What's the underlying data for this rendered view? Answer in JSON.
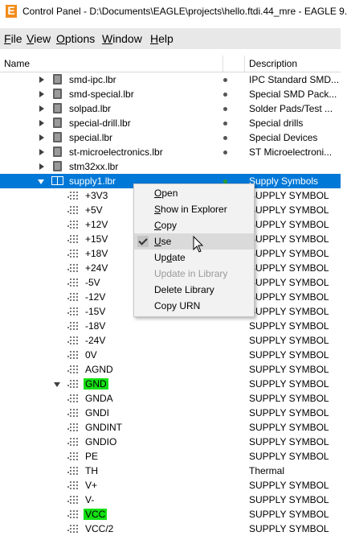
{
  "window": {
    "title": "Control Panel - D:\\Documents\\EAGLE\\projects\\hello.ftdi.44_mre - EAGLE 9.",
    "icon_letter": "E"
  },
  "menu": [
    {
      "label": "File",
      "key": "F",
      "rest": "ile"
    },
    {
      "label": "View",
      "key": "V",
      "rest": "iew"
    },
    {
      "label": "Options",
      "key": "O",
      "rest": "ptions"
    },
    {
      "label": "Window",
      "key": "W",
      "rest": "indow"
    },
    {
      "label": "Help",
      "key": "H",
      "rest": "elp"
    }
  ],
  "columns": {
    "name": "Name",
    "description": "Description"
  },
  "libraries": [
    {
      "name": "smd-ipc.lbr",
      "desc": "IPC Standard SMD..."
    },
    {
      "name": "smd-special.lbr",
      "desc": "Special SMD Pack..."
    },
    {
      "name": "solpad.lbr",
      "desc": "Solder Pads/Test ..."
    },
    {
      "name": "special-drill.lbr",
      "desc": "Special drills"
    },
    {
      "name": "special.lbr",
      "desc": "Special Devices"
    },
    {
      "name": "st-microelectronics.lbr",
      "desc": "ST Microelectroni..."
    },
    {
      "name": "stm32xx.lbr",
      "desc": ""
    }
  ],
  "selected_library": {
    "name": "supply1.lbr",
    "desc": "Supply Symbols"
  },
  "symbols": [
    {
      "name": "+3V3",
      "desc": "SUPPLY SYMBOL"
    },
    {
      "name": "+5V",
      "desc": "SUPPLY SYMBOL"
    },
    {
      "name": "+12V",
      "desc": "SUPPLY SYMBOL"
    },
    {
      "name": "+15V",
      "desc": "SUPPLY SYMBOL"
    },
    {
      "name": "+18V",
      "desc": "SUPPLY SYMBOL"
    },
    {
      "name": "+24V",
      "desc": "SUPPLY SYMBOL"
    },
    {
      "name": "-5V",
      "desc": "SUPPLY SYMBOL"
    },
    {
      "name": "-12V",
      "desc": "SUPPLY SYMBOL"
    },
    {
      "name": "-15V",
      "desc": "SUPPLY SYMBOL"
    },
    {
      "name": "-18V",
      "desc": "SUPPLY SYMBOL"
    },
    {
      "name": "-24V",
      "desc": "SUPPLY SYMBOL"
    },
    {
      "name": "0V",
      "desc": "SUPPLY SYMBOL"
    },
    {
      "name": "AGND",
      "desc": "SUPPLY SYMBOL"
    },
    {
      "name": "GND",
      "desc": "SUPPLY SYMBOL"
    },
    {
      "name": "GNDA",
      "desc": "SUPPLY SYMBOL"
    },
    {
      "name": "GNDI",
      "desc": "SUPPLY SYMBOL"
    },
    {
      "name": "GNDINT",
      "desc": "SUPPLY SYMBOL"
    },
    {
      "name": "GNDIO",
      "desc": "SUPPLY SYMBOL"
    },
    {
      "name": "PE",
      "desc": "SUPPLY SYMBOL"
    },
    {
      "name": "TH",
      "desc": "Thermal"
    },
    {
      "name": "V+",
      "desc": "SUPPLY SYMBOL"
    },
    {
      "name": "V-",
      "desc": "SUPPLY SYMBOL"
    },
    {
      "name": "VCC",
      "desc": "SUPPLY SYMBOL"
    },
    {
      "name": "VCC/2",
      "desc": "SUPPLY SYMBOL"
    }
  ],
  "context_menu": {
    "items": [
      {
        "label": "Open",
        "key": "O",
        "rest": "pen"
      },
      {
        "label": "Show in Explorer",
        "key": "S",
        "rest": "how in Explorer"
      },
      {
        "label": "Copy",
        "key": "C",
        "rest": "opy"
      },
      {
        "label": "Use",
        "key": "U",
        "rest": "se"
      },
      {
        "label": "Update",
        "key": "d",
        "rest": "ate"
      },
      {
        "label": "Update in Library",
        "key": "",
        "rest": ""
      },
      {
        "label": "Delete Library",
        "key": "",
        "rest": ""
      },
      {
        "label": "Copy URN",
        "key": "",
        "rest": ""
      }
    ]
  },
  "colors": {
    "selection": "#0078d7",
    "highlight": "#14e014",
    "app_icon": "#f28c1a"
  }
}
